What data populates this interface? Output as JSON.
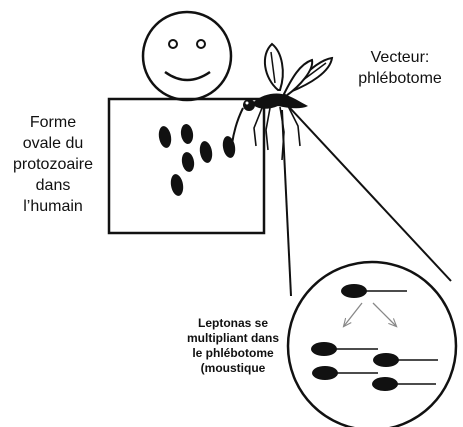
{
  "labels": {
    "human_form": [
      "Forme",
      "ovale du",
      "protozoaire",
      "dans",
      "l’humain"
    ],
    "vector": [
      "Vecteur:",
      "phlébotome"
    ],
    "leptomonas": [
      "Leptonas se",
      "multipliant dans",
      "le phlébotome",
      "(moustique"
    ]
  },
  "colors": {
    "ink": "#111111",
    "background": "#ffffff"
  },
  "icons": [
    "smiley-face-icon",
    "sandfly-icon",
    "arrow-icon"
  ]
}
